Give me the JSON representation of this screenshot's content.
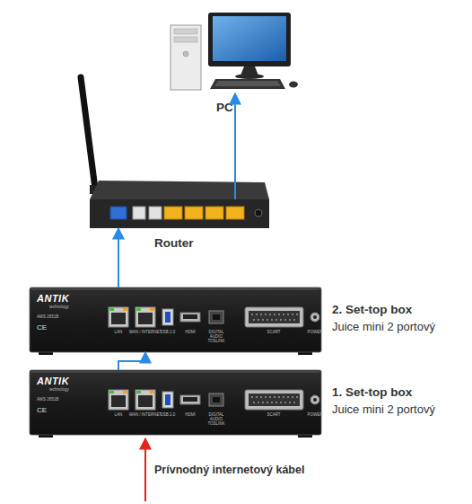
{
  "diagram": {
    "nodes": [
      {
        "text": [
          "PC"
        ]
      },
      {
        "text": [
          "Router"
        ]
      },
      {
        "text": [
          "2. Set-top box",
          "Juice mini 2 portový"
        ]
      },
      {
        "text": [
          "1. Set-top box",
          "Juice mini 2 portový"
        ]
      }
    ],
    "edges": [
      {
        "from": 1,
        "to": 0,
        "arrow": "to"
      },
      {
        "from": 2,
        "to": 1,
        "arrow": "to"
      },
      {
        "from": 3,
        "to": 2,
        "arrow": "to"
      }
    ],
    "labels": [
      "ANTIK",
      "technology",
      "AWS 2651B",
      "CE",
      "LAN",
      "WAN / INTERNET",
      "USB 2.0",
      "HDMI",
      "DIGITAL AUDIO TOSLINK",
      "SCART",
      "POWER",
      "ANTIK",
      "technology",
      "AWS 2651B",
      "CE",
      "LAN",
      "WAN / INTERNET",
      "USB 2.0",
      "HDMI",
      "DIGITAL AUDIO TOSLINK",
      "SCART",
      "POWER",
      "Prívnodný internetový kábel"
    ]
  }
}
